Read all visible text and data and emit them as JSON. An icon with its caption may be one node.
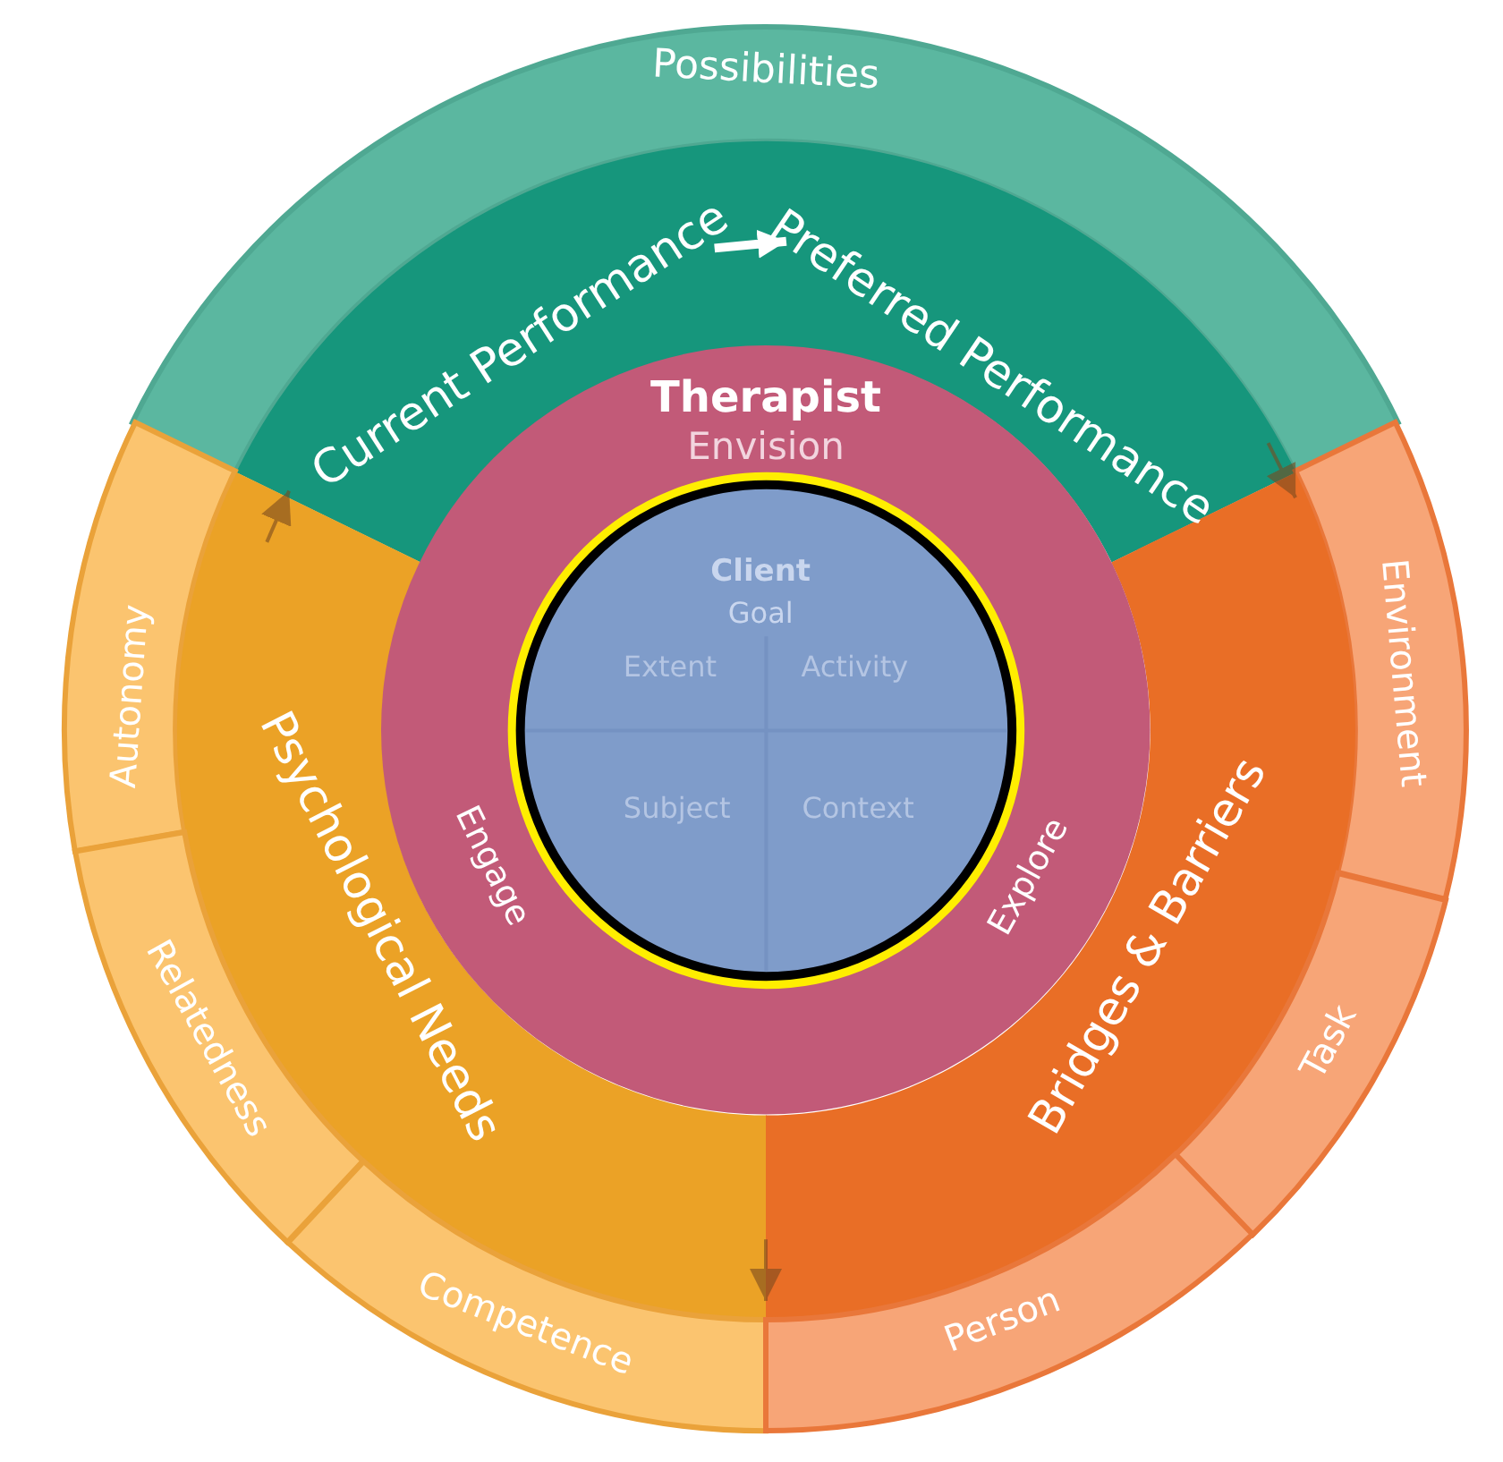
{
  "diagram": {
    "nodes": [
      {
        "text": [
          "Possibilities"
        ]
      },
      {
        "text": [],
        "shape": "band"
      },
      {
        "text": [
          "Current Performance"
        ],
        "in": 1
      },
      {
        "text": [
          "Preferred Performance"
        ],
        "in": 1
      },
      {
        "text": [
          "Autonomy"
        ]
      },
      {
        "text": [
          "Psychological Needs"
        ]
      },
      {
        "text": [
          "Relatedness"
        ]
      },
      {
        "text": [
          "Competence"
        ]
      },
      {
        "text": [
          "Environment"
        ]
      },
      {
        "text": [
          "Bridges & Barriers"
        ]
      },
      {
        "text": [
          "Task"
        ]
      },
      {
        "text": [
          "Person"
        ]
      },
      {
        "text": [
          "Therapist",
          "Envision",
          "Engage",
          "Explore"
        ]
      },
      {
        "text": [
          "Client",
          "Goal"
        ],
        "in": 12
      },
      {
        "text": [
          "Extent"
        ],
        "in": 13
      },
      {
        "text": [
          "Activity"
        ],
        "in": 13
      },
      {
        "text": [
          "Subject"
        ],
        "in": 13
      },
      {
        "text": [
          "Context"
        ],
        "in": 13
      }
    ],
    "edges": [
      {
        "from": 2,
        "to": 3,
        "arrow": "to",
        "style": "thick",
        "color": "#ffffff"
      },
      {
        "from": 1,
        "to": 9,
        "arrow": "to"
      },
      {
        "from": 9,
        "to": 5,
        "arrow": "to"
      },
      {
        "from": 5,
        "to": 1,
        "arrow": "to"
      }
    ]
  }
}
